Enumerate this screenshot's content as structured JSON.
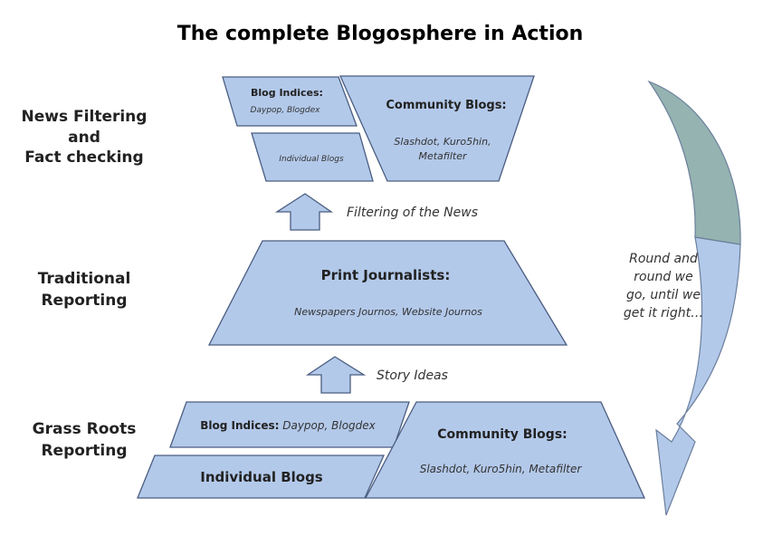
{
  "title": "The complete Blogosphere in Action",
  "side_labels": {
    "top": [
      "News Filtering",
      "and",
      "Fact checking"
    ],
    "middle": [
      "Traditional",
      "Reporting"
    ],
    "bottom": [
      "Grass Roots",
      "Reporting"
    ]
  },
  "top_tier": {
    "blog_indices_title": "Blog Indices:",
    "blog_indices_sub": "Daypop, Blogdex",
    "individual_blogs": "Individual Blogs",
    "community_title": "Community Blogs:",
    "community_sub_1": "Slashdot, Kuro5hin,",
    "community_sub_2": "Metafilter"
  },
  "arrow_labels": {
    "upper": "Filtering of the News",
    "lower": "Story Ideas"
  },
  "middle_tier": {
    "title": "Print Journalists:",
    "sub": "Newspapers Journos, Website Journos"
  },
  "bottom_tier": {
    "blog_indices_title": "Blog Indices:",
    "blog_indices_sub": " Daypop, Blogdex",
    "individual_blogs": "Individual Blogs",
    "community_title": "Community Blogs:",
    "community_sub": "Slashdot, Kuro5hin, Metafilter"
  },
  "cycle_note": [
    "Round and",
    "round we",
    "go, until we",
    "get it right…"
  ]
}
